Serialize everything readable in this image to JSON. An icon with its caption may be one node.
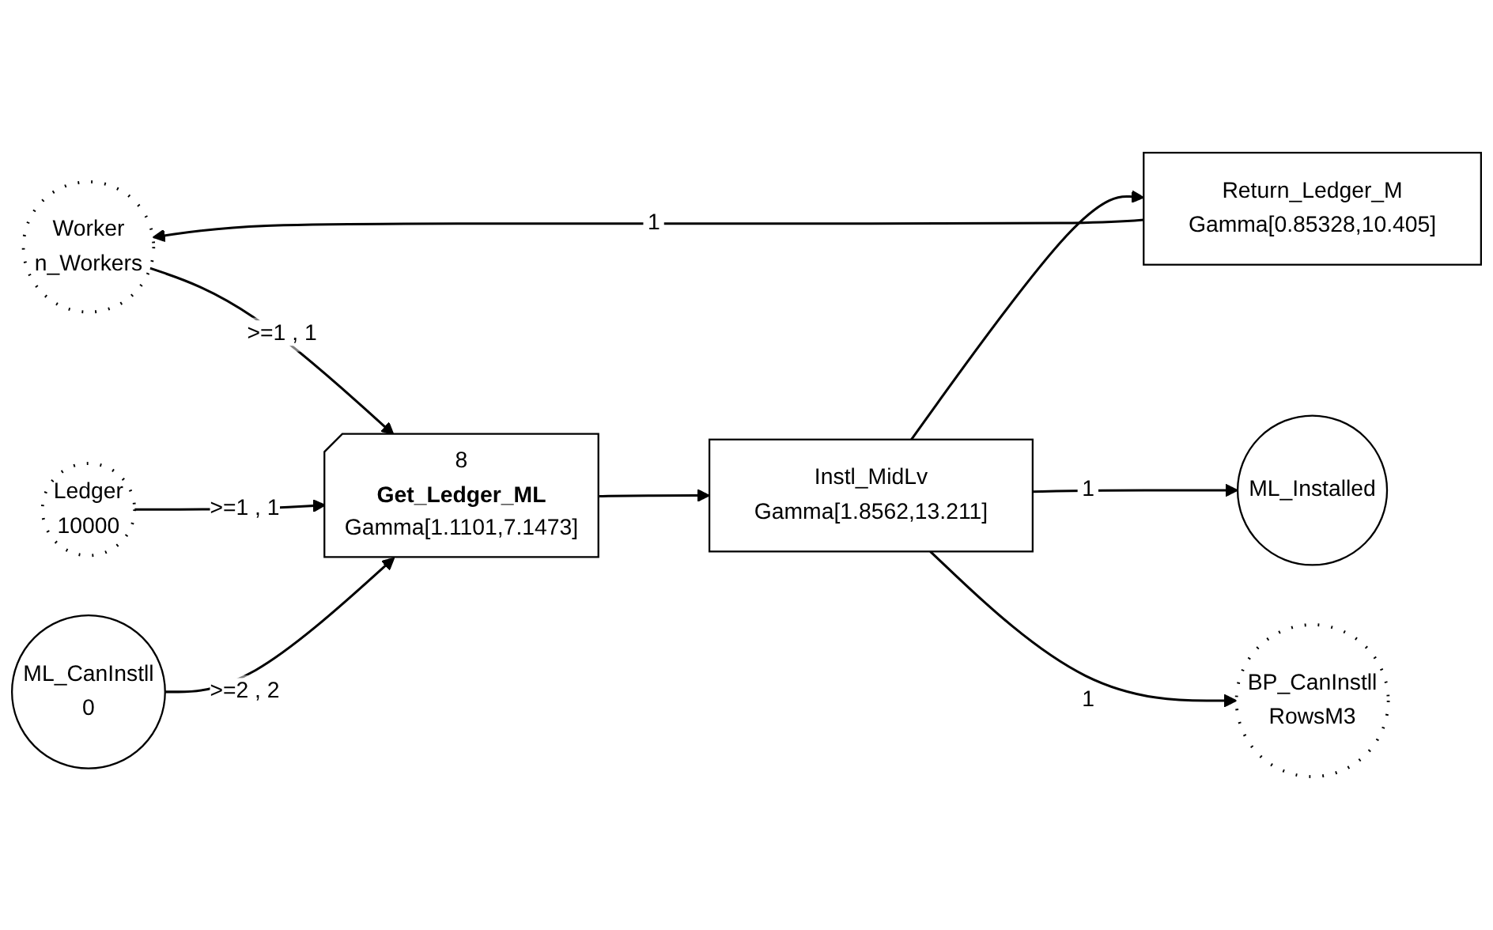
{
  "diagram": {
    "nodes": [
      {
        "text": [
          "Worker",
          "n_Workers"
        ]
      },
      {
        "text": [
          "Return_Ledger_M",
          "Gamma[0.85328,10.405]"
        ]
      },
      {
        "text": [
          "Ledger",
          "10000"
        ]
      },
      {
        "text": [
          "8",
          "Get_Ledger_ML",
          "Gamma[1.1101,7.1473]"
        ]
      },
      {
        "text": [
          "Instl_MidLv",
          "Gamma[1.8562,13.211]"
        ]
      },
      {
        "text": [
          "ML_Installed"
        ]
      },
      {
        "text": [
          "ML_CanInstll",
          "0"
        ]
      },
      {
        "text": [
          "BP_CanInstll",
          "RowsM3"
        ]
      }
    ],
    "edges": [
      {
        "from": 1,
        "to": 0,
        "arrow": "to",
        "label": "1"
      },
      {
        "from": 0,
        "to": 3,
        "arrow": "to",
        "label": ">=1 , 1"
      },
      {
        "from": 2,
        "to": 3,
        "arrow": "to",
        "label": ">=1 , 1"
      },
      {
        "from": 6,
        "to": 3,
        "arrow": "to",
        "label": ">=2 , 2"
      },
      {
        "from": 3,
        "to": 4,
        "arrow": "to"
      },
      {
        "from": 4,
        "to": 1,
        "arrow": "to"
      },
      {
        "from": 4,
        "to": 5,
        "arrow": "to",
        "label": "1"
      },
      {
        "from": 4,
        "to": 7,
        "arrow": "to",
        "label": "1"
      }
    ]
  }
}
